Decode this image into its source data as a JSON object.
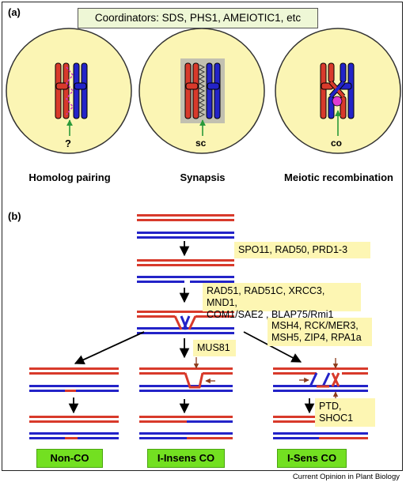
{
  "panel_a": {
    "label": "(a)",
    "coordinators": "Coordinators: SDS, PHS1, AMEIOTIC1, etc",
    "stages": [
      {
        "label": "Homolog pairing",
        "marker": "?"
      },
      {
        "label": "Synapsis",
        "marker": "sc"
      },
      {
        "label": "Meiotic recombination",
        "marker": "co"
      }
    ]
  },
  "panel_b": {
    "label": "(b)",
    "steps": {
      "dsb": "SPO11, RAD50, PRD1-3",
      "strand_invasion_1": "RAD51, RAD51C, XRCC3, MND1,",
      "strand_invasion_2": "COM1/SAE2 , BLAP75/Rmi1",
      "zmm_1": "MSH4, RCK/MER3,",
      "zmm_2": "MSH5, ZIP4, RPA1a",
      "mus81": "MUS81",
      "ptd": "PTD, SHOC1"
    },
    "outcomes": [
      "Non-CO",
      "I-Insens CO",
      "I-Sens CO"
    ]
  },
  "credit": "Current Opinion in Plant Biology",
  "colors": {
    "red": "#d83a2b",
    "blue": "#2323c8",
    "cell": "#fbf5b4",
    "green": "#73e021"
  }
}
